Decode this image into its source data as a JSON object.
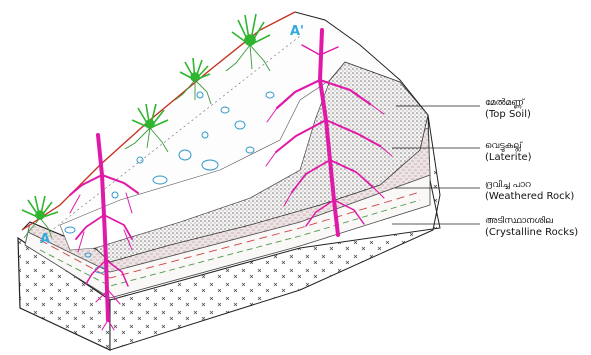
{
  "diagram": {
    "markers": {
      "start": "A",
      "end": "A'"
    },
    "layers": [
      {
        "malayalam": "മേൽമണ്ണ്",
        "english": "(Top Soil)"
      },
      {
        "malayalam": "വെട്ടുകല്ല്",
        "english": "(Laterite)"
      },
      {
        "malayalam": "ദ്രവിച്ച പാറ",
        "english": "(Weathered Rock)"
      },
      {
        "malayalam": "അടിസ്ഥാനശില",
        "english": "(Crystalline Rocks)"
      }
    ],
    "colors": {
      "root": "#e01aa8",
      "plant": "#2fb52f",
      "top_edge": "#cc3322",
      "water_ring": "#3399cc",
      "outline": "#222222"
    }
  }
}
